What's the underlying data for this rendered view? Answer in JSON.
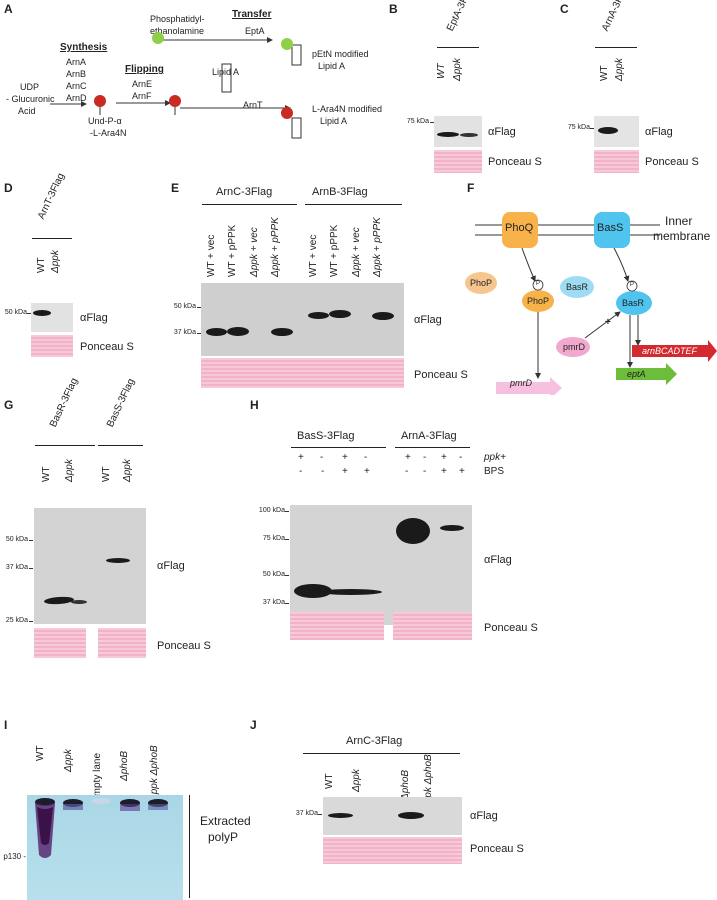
{
  "panels": {
    "A": {
      "letter": "A",
      "synthesis": "Synthesis",
      "enzymes_synth": [
        "ArnA",
        "ArnB",
        "ArnC",
        "ArnD"
      ],
      "udp_line1": "UDP",
      "udp_line2": "- Glucuronic",
      "udp_line3": "Acid",
      "flipping": "Flipping",
      "enzymes_flip": [
        "ArnE",
        "ArnF"
      ],
      "und_line1": "Und-P-α",
      "und_line2": "-L-Ara4N",
      "transfer": "Transfer",
      "pe_line1": "Phosphatidyl-",
      "pe_line2": "ethanolamine",
      "eptA": "EptA",
      "lipidA": "Lipid A",
      "arnT": "ArnT",
      "petn_line1": "pEtN modified",
      "petn_line2": "Lipid A",
      "ara_line1": "L-Ara4N modified",
      "ara_line2": "Lipid A"
    },
    "B": {
      "letter": "B",
      "construct": "EptA-3Flag",
      "lanes": [
        "WT",
        "Δppk"
      ],
      "marker": "75 kDa",
      "antibody": "αFlag",
      "loading": "Ponceau S"
    },
    "C": {
      "letter": "C",
      "construct": "ArnA-3Flag",
      "lanes": [
        "WT",
        "Δppk"
      ],
      "marker": "75 kDa",
      "antibody": "αFlag",
      "loading": "Ponceau S"
    },
    "D": {
      "letter": "D",
      "construct": "ArnT-3Flag",
      "lanes": [
        "WT",
        "Δppk"
      ],
      "marker": "50 kDa",
      "antibody": "αFlag",
      "loading": "Ponceau S"
    },
    "E": {
      "letter": "E",
      "construct1": "ArnC-3Flag",
      "construct2": "ArnB-3Flag",
      "lanes": [
        "WT + vec",
        "WT + pPPK",
        "Δppk + vec",
        "Δppk + pPPK"
      ],
      "markers": [
        "50 kDa",
        "37 kDa"
      ],
      "antibody": "αFlag",
      "loading": "Ponceau S"
    },
    "F": {
      "letter": "F",
      "phoQ": "PhoQ",
      "basS": "BasS",
      "inner_line1": "Inner",
      "inner_line2": "membrane",
      "phoP": "PhoP",
      "phoP2": "PhoP",
      "basR": "BasR",
      "basR2": "BasR",
      "pmrD": "pmrD",
      "pmrD_gene": "pmrD",
      "plus": "+",
      "arn": "arnBCADTEF",
      "eptA": "eptA",
      "p": "P",
      "colors": {
        "phoQ": "#f7b24a",
        "basS": "#4fc4ee",
        "phoP": "#f6c68f",
        "basR": "#9fdcf4",
        "pmrD": "#f2a9cf",
        "arnArrow": "#d42a2f",
        "eptArrow": "#6cbd3a",
        "pmrArrow": "#f7c0df"
      }
    },
    "G": {
      "letter": "G",
      "construct1": "BasR-3Flag",
      "construct2": "BasS-3Flag",
      "lanes": [
        "WT",
        "Δppk"
      ],
      "markers": [
        "50 kDa",
        "37 kDa",
        "25 kDa"
      ],
      "antibody": "αFlag",
      "loading": "Ponceau S"
    },
    "H": {
      "letter": "H",
      "construct1": "BasS-3Flag",
      "construct2": "ArnA-3Flag",
      "row1_label": "ppk+",
      "row2_label": "BPS",
      "row1": [
        "+",
        "-",
        "+",
        "-"
      ],
      "row2": [
        "-",
        "-",
        "+",
        "+"
      ],
      "markers": [
        "100 kDa",
        "75 kDa",
        "50 kDa",
        "37 kDa"
      ],
      "antibody": "αFlag",
      "loading": "Ponceau S"
    },
    "I": {
      "letter": "I",
      "lanes": [
        "WT",
        "Δppk",
        "Empty lane",
        "ΔphoB",
        "Δppk ΔphoB"
      ],
      "marker": "p130 -",
      "label1": "Extracted",
      "label2": "polyP"
    },
    "J": {
      "letter": "J",
      "construct": "ArnC-3Flag",
      "lanes": [
        "WT",
        "Δppk",
        "ΔphoB",
        "Δppk ΔphoB"
      ],
      "marker": "37 kDa",
      "antibody": "αFlag",
      "loading": "Ponceau S"
    }
  }
}
